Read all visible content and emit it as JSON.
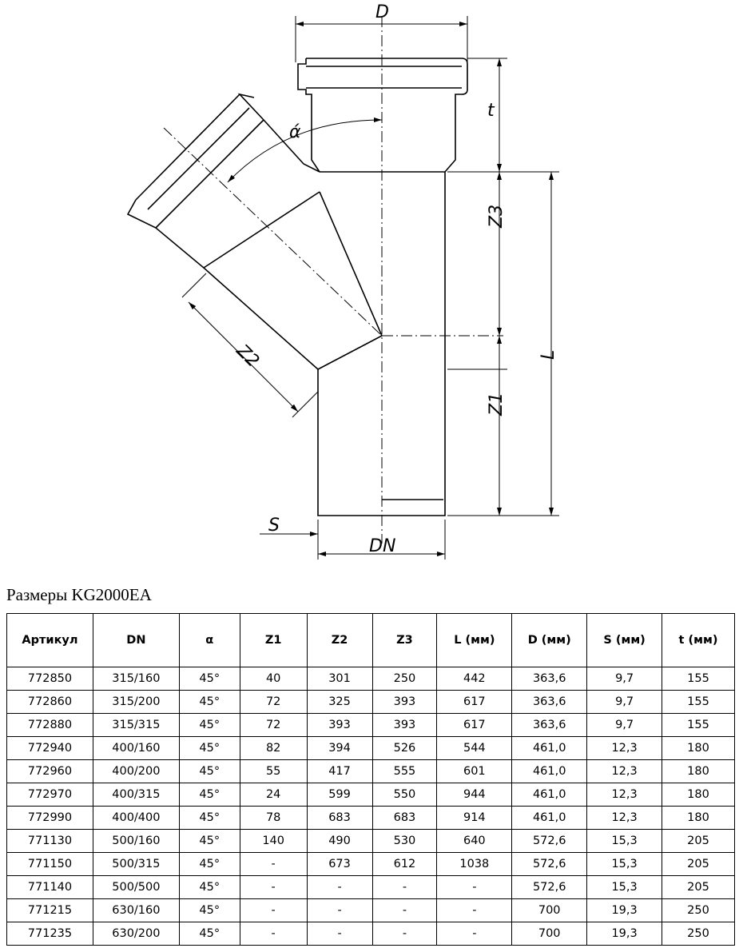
{
  "drawing": {
    "labels": {
      "D": "D",
      "t": "t",
      "Z3": "Z3",
      "L": "L",
      "Z1": "Z1",
      "Z2": "Z2",
      "S": "S",
      "DN": "DN",
      "alpha": "ά"
    }
  },
  "title": "Размеры KG2000EA",
  "table": {
    "headers": [
      "Артикул",
      "DN",
      "α",
      "Z1",
      "Z2",
      "Z3",
      "L (мм)",
      "D (мм)",
      "S (мм)",
      "t (мм)"
    ],
    "rows": [
      [
        "772850",
        "315/160",
        "45°",
        "40",
        "301",
        "250",
        "442",
        "363,6",
        "9,7",
        "155"
      ],
      [
        "772860",
        "315/200",
        "45°",
        "72",
        "325",
        "393",
        "617",
        "363,6",
        "9,7",
        "155"
      ],
      [
        "772880",
        "315/315",
        "45°",
        "72",
        "393",
        "393",
        "617",
        "363,6",
        "9,7",
        "155"
      ],
      [
        "772940",
        "400/160",
        "45°",
        "82",
        "394",
        "526",
        "544",
        "461,0",
        "12,3",
        "180"
      ],
      [
        "772960",
        "400/200",
        "45°",
        "55",
        "417",
        "555",
        "601",
        "461,0",
        "12,3",
        "180"
      ],
      [
        "772970",
        "400/315",
        "45°",
        "24",
        "599",
        "550",
        "944",
        "461,0",
        "12,3",
        "180"
      ],
      [
        "772990",
        "400/400",
        "45°",
        "78",
        "683",
        "683",
        "914",
        "461,0",
        "12,3",
        "180"
      ],
      [
        "771130",
        "500/160",
        "45°",
        "140",
        "490",
        "530",
        "640",
        "572,6",
        "15,3",
        "205"
      ],
      [
        "771150",
        "500/315",
        "45°",
        "-",
        "673",
        "612",
        "1038",
        "572,6",
        "15,3",
        "205"
      ],
      [
        "771140",
        "500/500",
        "45°",
        "-",
        "-",
        "-",
        "-",
        "572,6",
        "15,3",
        "205"
      ],
      [
        "771215",
        "630/160",
        "45°",
        "-",
        "-",
        "-",
        "-",
        "700",
        "19,3",
        "250"
      ],
      [
        "771235",
        "630/200",
        "45°",
        "-",
        "-",
        "-",
        "-",
        "700",
        "19,3",
        "250"
      ]
    ]
  }
}
